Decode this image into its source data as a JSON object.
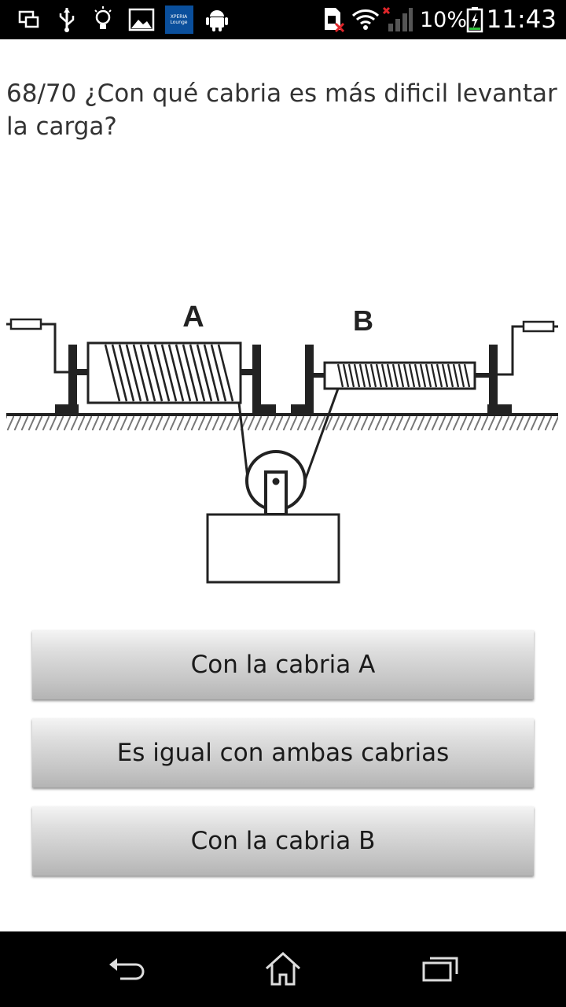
{
  "status_bar": {
    "battery_percent": "10%",
    "time": "11:43",
    "icons": [
      "screens-icon",
      "usb-icon",
      "lightbulb-icon",
      "image-icon",
      "xperia-lounge-icon",
      "android-icon",
      "sim-error-icon",
      "wifi-icon",
      "signal-icon",
      "battery-charging-icon"
    ],
    "xperia_label_1": "XPERIA",
    "xperia_label_2": "Lounge"
  },
  "question": {
    "text": "68/70 ¿Con qué cabria es más dificil levantar la carga?"
  },
  "diagram": {
    "label_a": "A",
    "label_b": "B"
  },
  "answers": [
    {
      "label": "Con la cabria A"
    },
    {
      "label": "Es igual con ambas cabrias"
    },
    {
      "label": "Con la cabria B"
    }
  ],
  "nav_bar": {
    "icons": [
      "back-icon",
      "home-icon",
      "recent-apps-icon"
    ]
  },
  "colors": {
    "status_bar_bg": "#000000",
    "button_gradient_top": "#f4f4f4",
    "button_gradient_bottom": "#b4b4b4",
    "question_text": "#333333"
  }
}
